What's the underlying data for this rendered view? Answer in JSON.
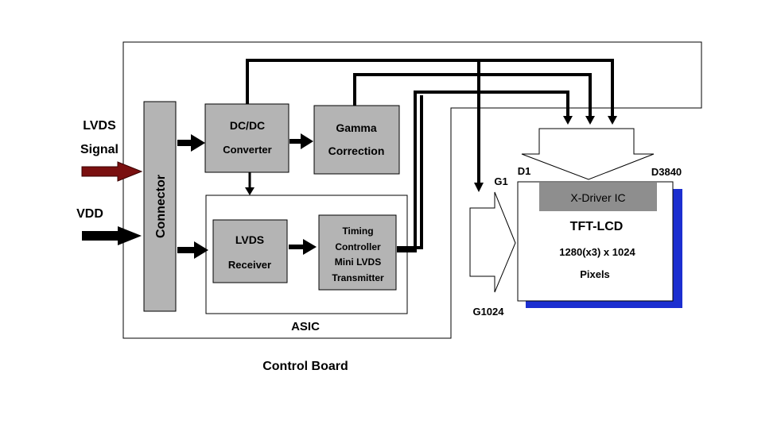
{
  "inputs": {
    "lvds_signal_line1": "LVDS",
    "lvds_signal_line2": "Signal",
    "vdd": "VDD"
  },
  "blocks": {
    "connector": "Connector",
    "dcdc_line1": "DC/DC",
    "dcdc_line2": "Converter",
    "gamma_line1": "Gamma",
    "gamma_line2": "Correction",
    "lvds_rx_line1": "LVDS",
    "lvds_rx_line2": "Receiver",
    "timing_line1": "Timing",
    "timing_line2": "Controller",
    "timing_line3": "Mini LVDS",
    "timing_line4": "Transmitter",
    "asic": "ASIC",
    "control_board": "Control Board"
  },
  "panel": {
    "x_driver": "X-Driver IC",
    "title": "TFT-LCD",
    "resolution": "1280(x3) x 1024",
    "pixels": "Pixels",
    "d1": "D1",
    "d3840": "D3840",
    "g1": "G1",
    "g1024": "G1024"
  },
  "colors": {
    "block_fill": "#b4b4b4",
    "lvds_arrow": "#7a1010",
    "panel_shadow": "#1c2fd0",
    "xdriver_fill": "#8e8e8e"
  }
}
